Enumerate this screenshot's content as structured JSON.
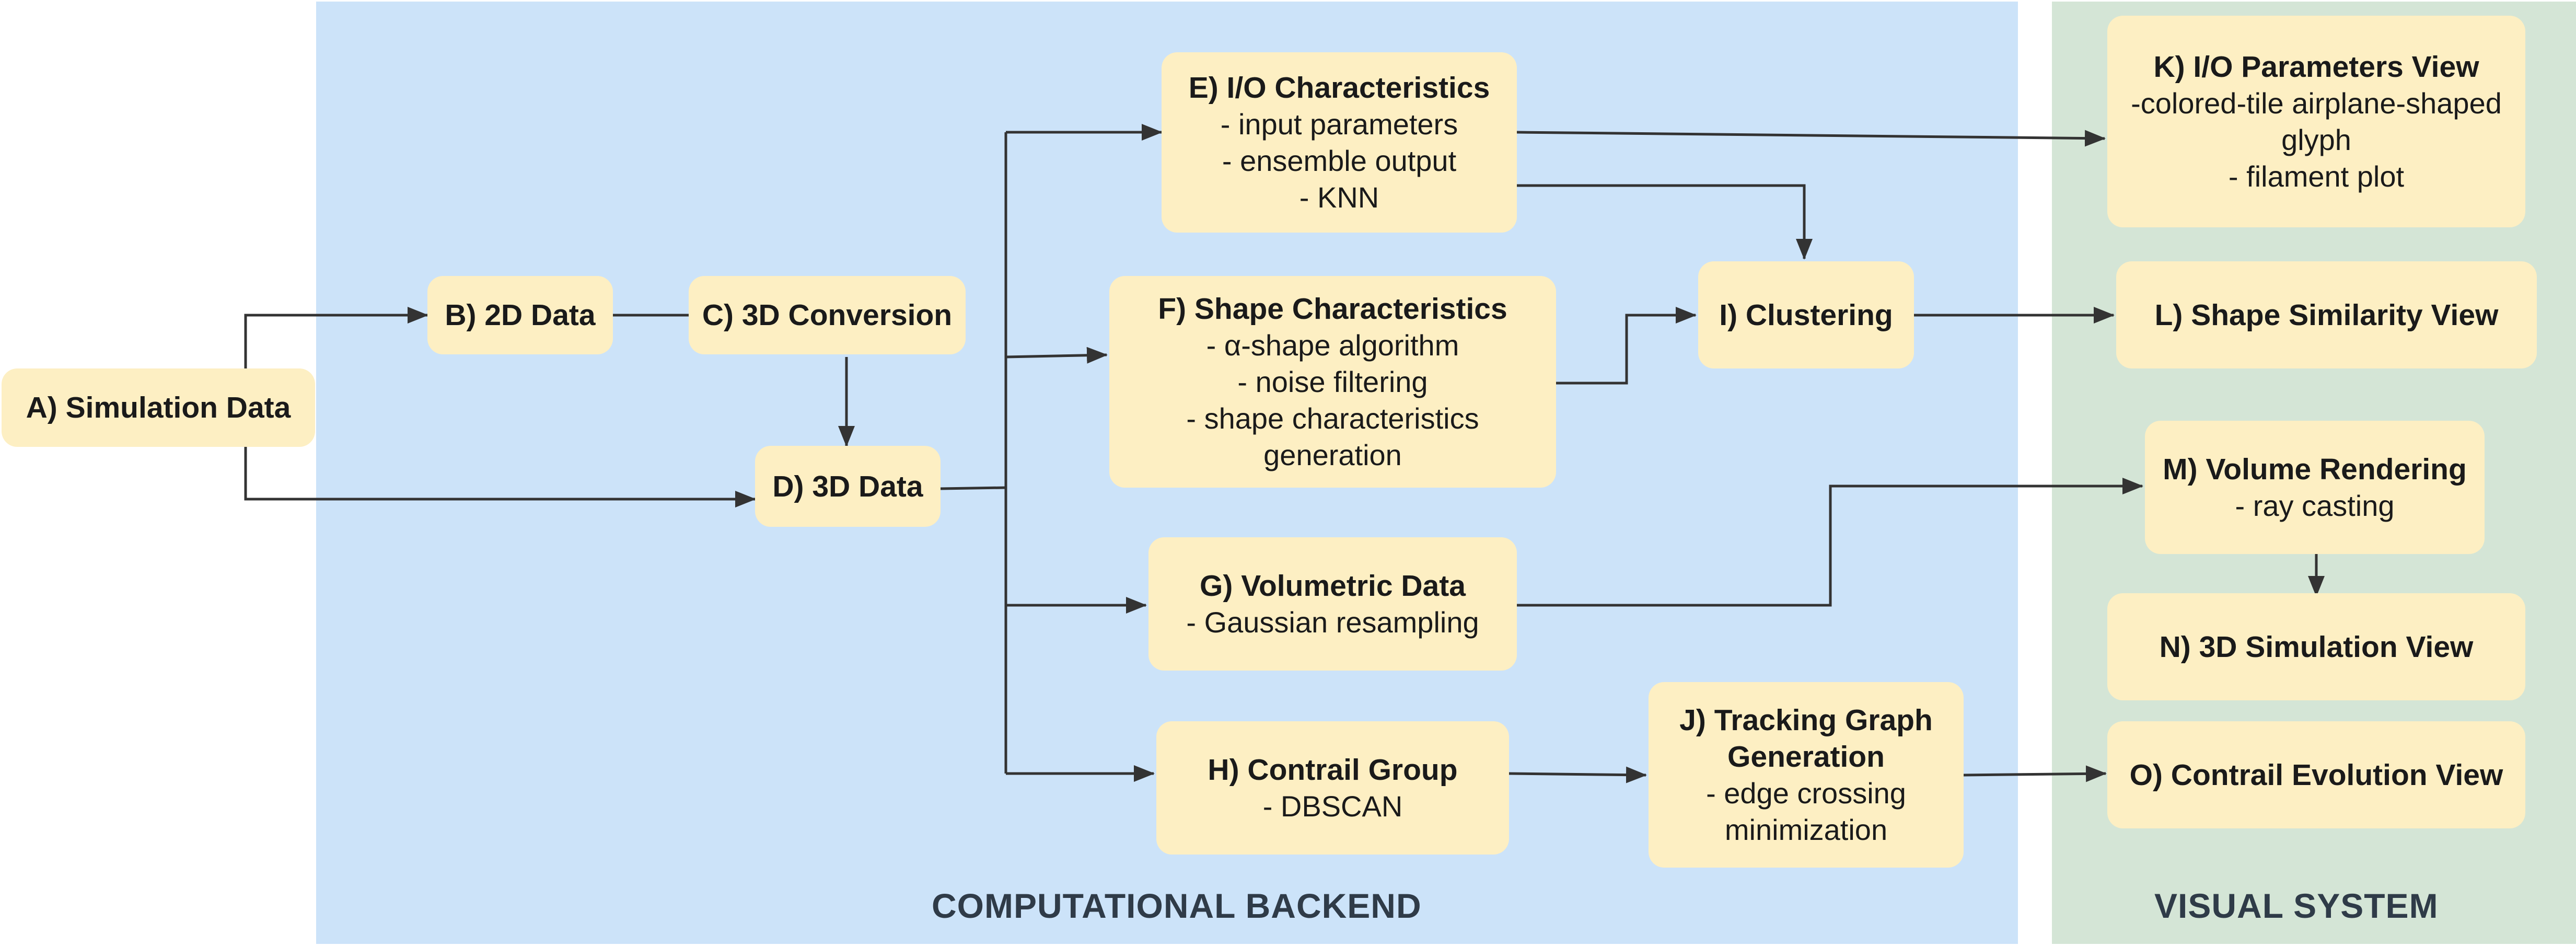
{
  "regions": {
    "backend": {
      "title": "COMPUTATIONAL BACKEND"
    },
    "visual": {
      "title": "VISUAL SYSTEM"
    }
  },
  "nodes": {
    "A": {
      "title": "A) Simulation Data",
      "items": []
    },
    "B": {
      "title": "B) 2D Data",
      "items": []
    },
    "C": {
      "title": "C) 3D Conversion",
      "items": []
    },
    "D": {
      "title": "D) 3D Data",
      "items": []
    },
    "E": {
      "title": "E) I/O Characteristics",
      "items": [
        "- input parameters",
        "- ensemble output",
        "- KNN"
      ]
    },
    "F": {
      "title": "F) Shape Characteristics",
      "items": [
        "- α-shape algorithm",
        "- noise filtering",
        "- shape characteristics generation"
      ]
    },
    "G": {
      "title": "G) Volumetric Data",
      "items": [
        "- Gaussian resampling"
      ]
    },
    "H": {
      "title": "H) Contrail Group",
      "items": [
        "- DBSCAN"
      ]
    },
    "I": {
      "title": "I) Clustering",
      "items": []
    },
    "J": {
      "title": "J) Tracking Graph Generation",
      "items": [
        "- edge crossing minimization"
      ]
    },
    "K": {
      "title": "K) I/O Parameters View",
      "items": [
        "-colored-tile airplane-shaped glyph",
        "- filament plot"
      ]
    },
    "L": {
      "title": "L) Shape Similarity View",
      "items": []
    },
    "M": {
      "title": "M) Volume Rendering",
      "items": [
        "- ray casting"
      ]
    },
    "N": {
      "title": "N) 3D Simulation View",
      "items": []
    },
    "O": {
      "title": "O) Contrail Evolution View",
      "items": []
    }
  },
  "colors": {
    "backend_bg": "#cce3f9",
    "visual_bg": "#d4e5d6",
    "node_fill": "#fdefc3",
    "edge": "#333333",
    "region_title": "#2f3b48"
  }
}
